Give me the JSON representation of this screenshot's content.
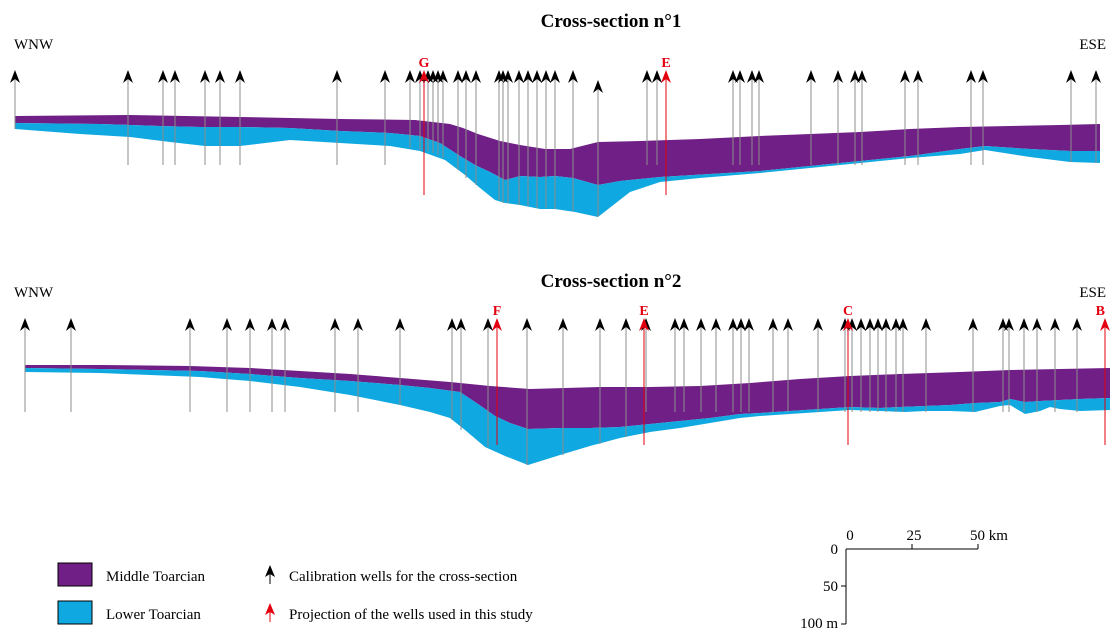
{
  "colors": {
    "middle_toarcian": "#6f1f85",
    "lower_toarcian": "#10a8e0",
    "calibration_arrow": "#000000",
    "projection_arrow": "#e3000f",
    "well_line": "#8c8c8c"
  },
  "sections": [
    {
      "title": "Cross-section n°1",
      "left_label": "WNW",
      "right_label": "ESE",
      "projected_wells": [
        {
          "label": "G"
        },
        {
          "label": "E"
        }
      ]
    },
    {
      "title": "Cross-section n°2",
      "left_label": "WNW",
      "right_label": "ESE",
      "projected_wells": [
        {
          "label": "F"
        },
        {
          "label": "E"
        },
        {
          "label": "C"
        },
        {
          "label": "B"
        }
      ]
    }
  ],
  "legend": {
    "middle": "Middle Toarcian",
    "lower": "Lower Toarcian",
    "calibration": "Calibration wells for the cross-section",
    "projection": "Projection of the wells used in this study"
  },
  "scale_bar": {
    "horizontal": [
      "0",
      "25",
      "50 km"
    ],
    "vertical": [
      "0",
      "50",
      "100 m"
    ]
  }
}
